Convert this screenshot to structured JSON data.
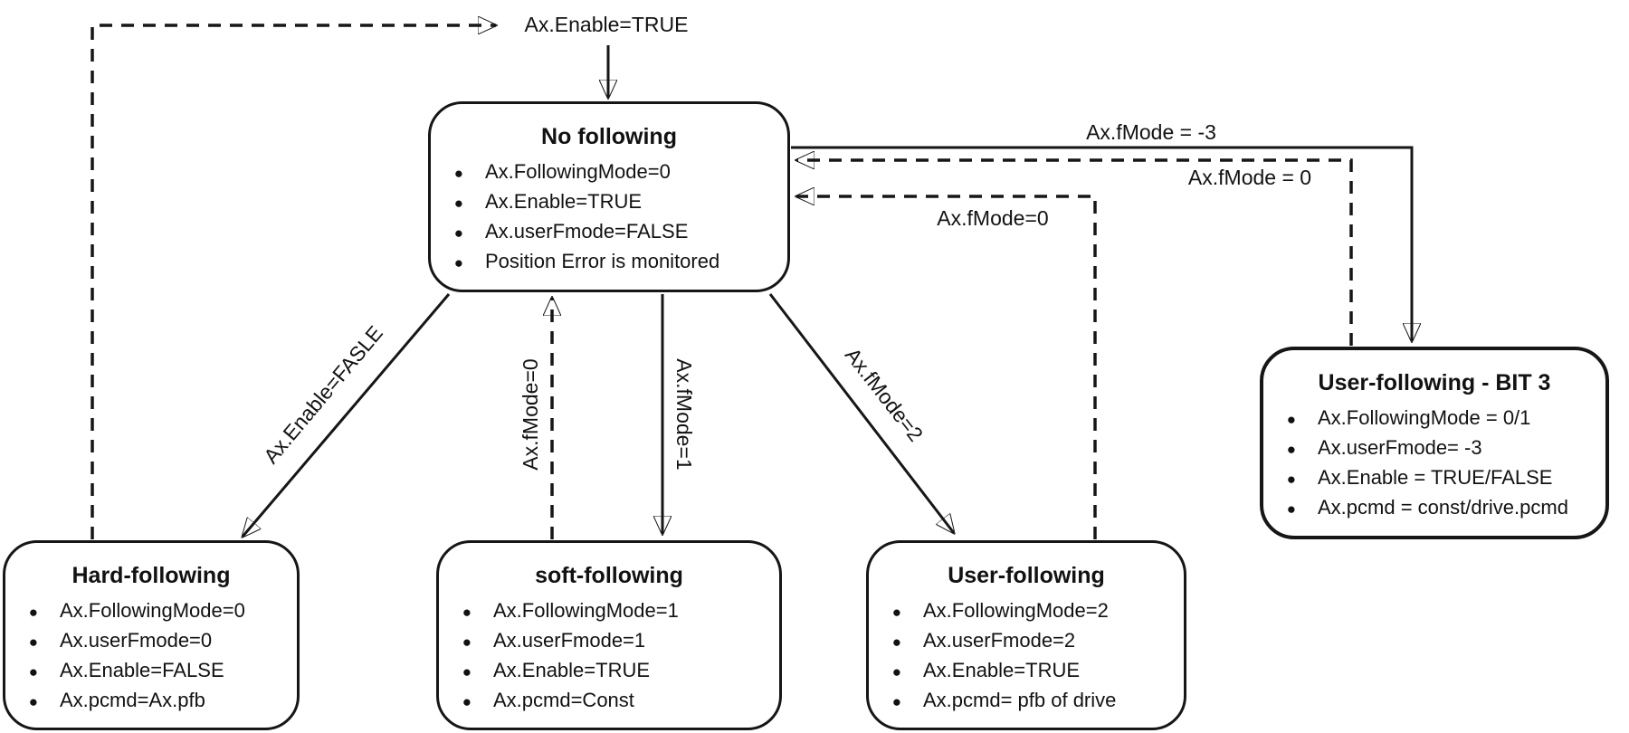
{
  "diagram": {
    "background_color": "#ffffff",
    "line_color": "#161616",
    "entry_label": "Ax.Enable=TRUE"
  },
  "states": {
    "no_following": {
      "title": "No following",
      "items": [
        "Ax.FollowingMode=0",
        "Ax.Enable=TRUE",
        "Ax.userFmode=FALSE",
        "Position Error is monitored"
      ]
    },
    "hard_following": {
      "title": "Hard-following",
      "items": [
        "Ax.FollowingMode=0",
        "Ax.userFmode=0",
        "Ax.Enable=FALSE",
        "Ax.pcmd=Ax.pfb"
      ]
    },
    "soft_following": {
      "title": "soft-following",
      "items": [
        "Ax.FollowingMode=1",
        "Ax.userFmode=1",
        "Ax.Enable=TRUE",
        "Ax.pcmd=Const"
      ]
    },
    "user_following": {
      "title": "User-following",
      "items": [
        "Ax.FollowingMode=2",
        "Ax.userFmode=2",
        "Ax.Enable=TRUE",
        "Ax.pcmd= pfb of drive"
      ]
    },
    "user_following_bit3": {
      "title": "User-following - BIT 3",
      "items": [
        "Ax.FollowingMode = 0/1",
        "Ax.userFmode= -3",
        "Ax.Enable = TRUE/FALSE",
        "Ax.pcmd = const/drive.pcmd"
      ]
    }
  },
  "transitions": {
    "enable_true_entry": "Ax.Enable=TRUE",
    "enable_false_to_hard": "Ax.Enable=FASLE",
    "fmode0_soft_to_no": "Ax.fMode=0",
    "fmode1_to_soft": "Ax.fMode=1",
    "fmode2_to_user": "Ax.fMode=2",
    "fmode_minus3_to_bit3": "Ax.fMode = -3",
    "fmode0_bit3_to_no": "Ax.fMode = 0",
    "fmode0_user_to_no": "Ax.fMode=0"
  }
}
